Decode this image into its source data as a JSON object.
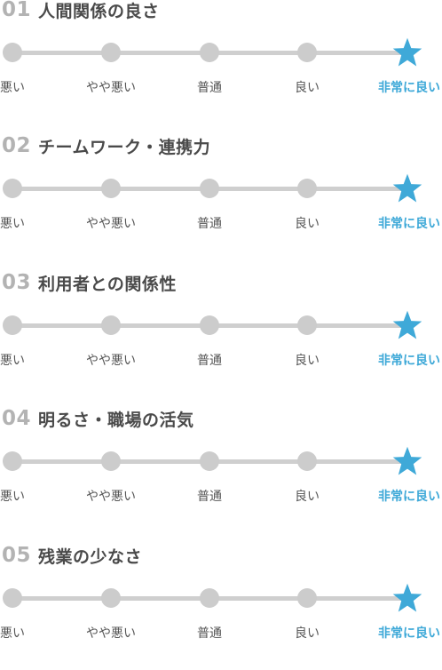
{
  "accent_color": "#3fa9d8",
  "scale_labels": [
    "悪い",
    "やや悪い",
    "普通",
    "良い",
    "非常に良い"
  ],
  "ratings": [
    {
      "number": "01",
      "title": "人間関係の良さ",
      "selected_index": 4
    },
    {
      "number": "02",
      "title": "チームワーク・連携力",
      "selected_index": 4
    },
    {
      "number": "03",
      "title": "利用者との関係性",
      "selected_index": 4
    },
    {
      "number": "04",
      "title": "明るさ・職場の活気",
      "selected_index": 4
    },
    {
      "number": "05",
      "title": "残業の少なさ",
      "selected_index": 4
    }
  ]
}
